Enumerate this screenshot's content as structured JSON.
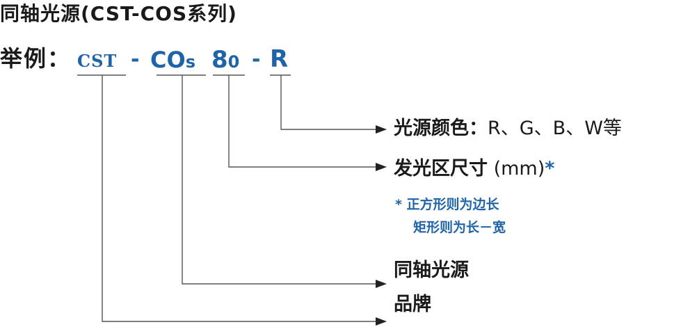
{
  "title": "同轴光源(CST-COS系列)",
  "example": {
    "label": "举例：",
    "brand_code": "CST",
    "separator": "-",
    "series_code_main": "CO",
    "series_code_small": "s",
    "size_code_main": "8",
    "size_code_small": "0",
    "color_code": "R"
  },
  "labels": {
    "color": {
      "name": "光源颜色：",
      "values": "R、G、B、W等"
    },
    "size": {
      "name": "发光区尺寸",
      "unit": " (mm)",
      "star": "*"
    },
    "note_line1": "* 正方形则为边长",
    "note_line2": "矩形则为长－宽",
    "series": "同轴光源",
    "brand": "品牌"
  },
  "colors": {
    "accent": "#1f64a8",
    "text": "#1a1a1a",
    "line": "#555555"
  },
  "icons": {
    "arrow": "triangle-right-arrowhead"
  }
}
